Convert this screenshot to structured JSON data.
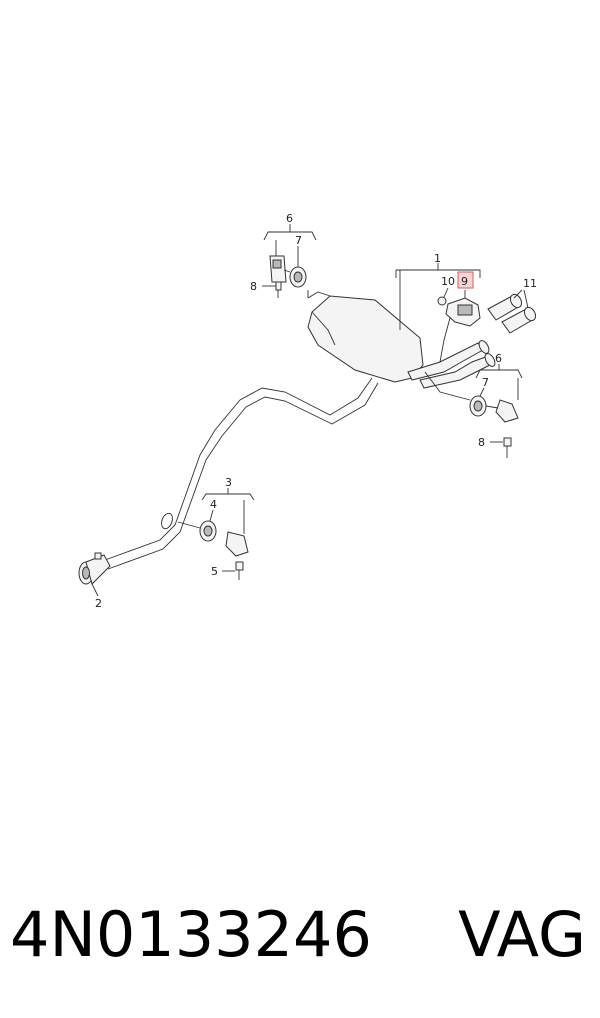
{
  "diagram": {
    "callouts": [
      {
        "id": "c1",
        "text": "1"
      },
      {
        "id": "c2",
        "text": "2"
      },
      {
        "id": "c3",
        "text": "3"
      },
      {
        "id": "c4",
        "text": "4"
      },
      {
        "id": "c5",
        "text": "5"
      },
      {
        "id": "c6a",
        "text": "6"
      },
      {
        "id": "c6b",
        "text": "6"
      },
      {
        "id": "c7a",
        "text": "7"
      },
      {
        "id": "c7b",
        "text": "7"
      },
      {
        "id": "c8a",
        "text": "8"
      },
      {
        "id": "c8b",
        "text": "8"
      },
      {
        "id": "c9",
        "text": "9"
      },
      {
        "id": "c10",
        "text": "10"
      },
      {
        "id": "c11",
        "text": "11"
      }
    ],
    "highlight_color": "#e05a5a",
    "highlight_fill": "#f9d6d6"
  },
  "caption": {
    "part_number": "4N0133246",
    "brand": "VAG"
  }
}
